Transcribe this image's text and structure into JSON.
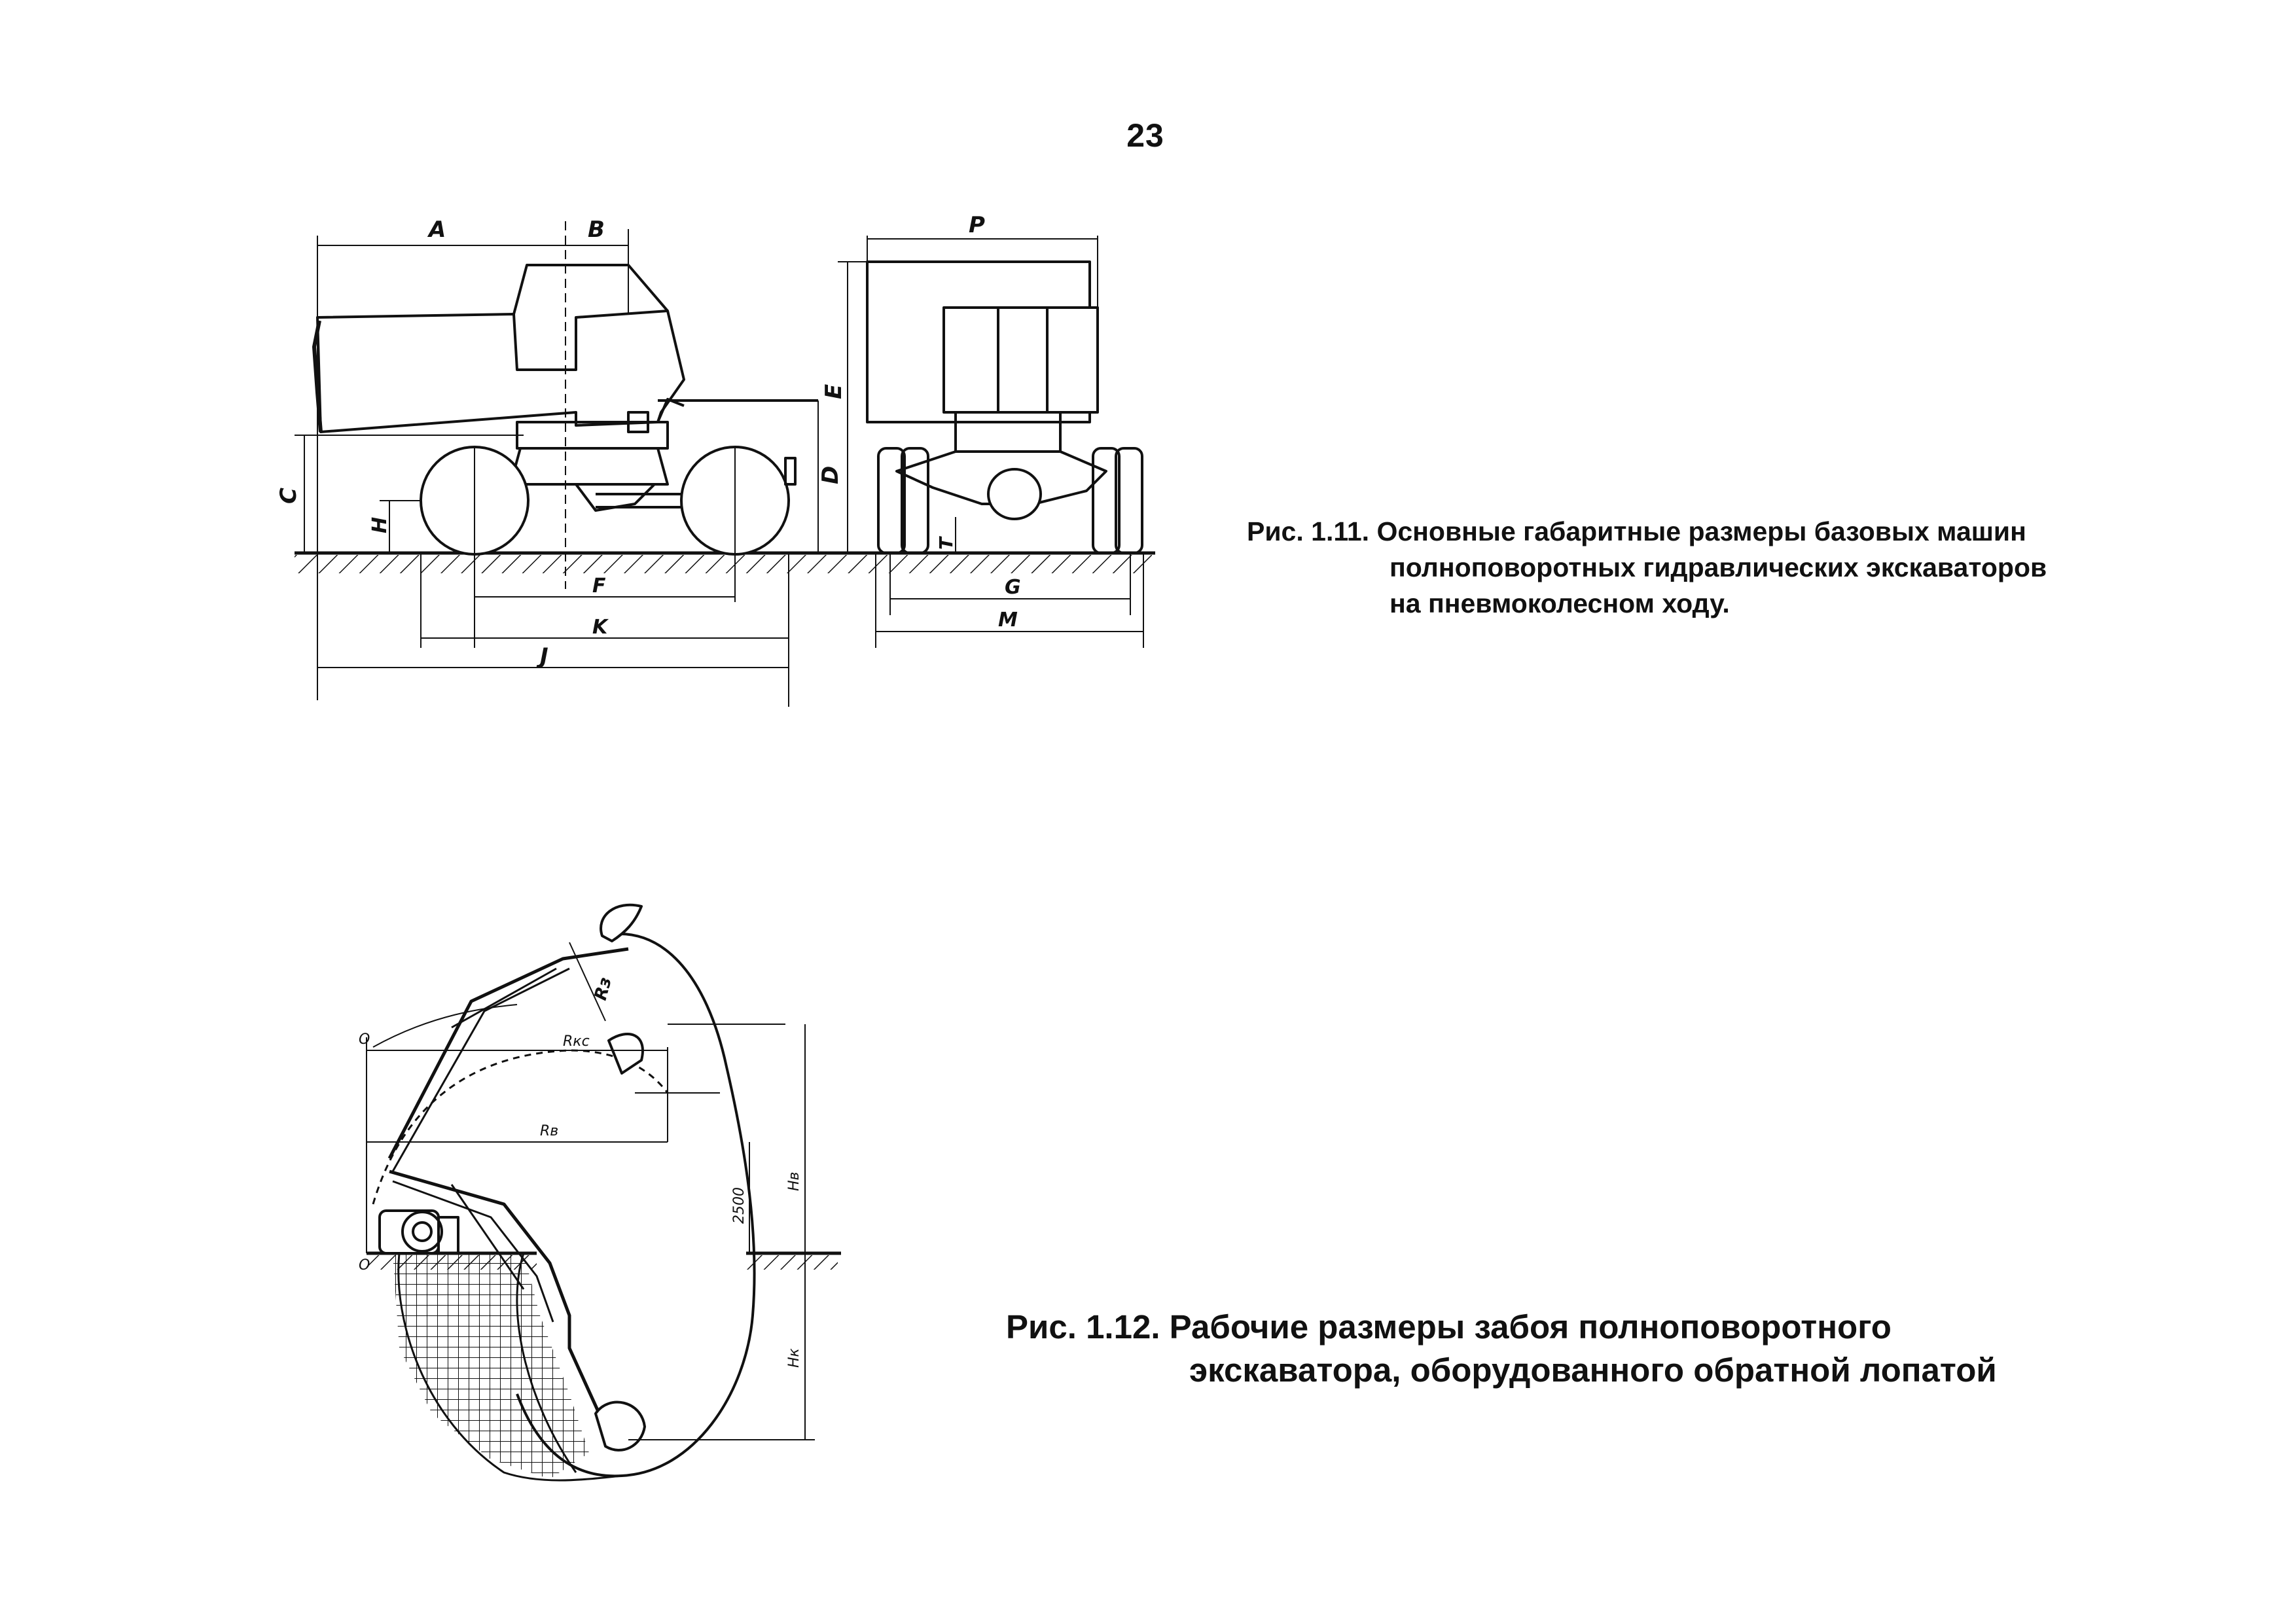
{
  "page": {
    "number": "23"
  },
  "figure1": {
    "caption_line1": "Рис. 1.11. Основные габаритные размеры базовых машин",
    "caption_line2": "полноповоротных гидравлических экскаваторов",
    "caption_line3": "на пневмоколесном ходу.",
    "dim_labels": {
      "A": "A",
      "B": "B",
      "C": "C",
      "D": "D",
      "E": "E",
      "F": "F",
      "G": "G",
      "H": "H",
      "J": "J",
      "K": "K",
      "M": "M",
      "P": "P",
      "T": "T"
    }
  },
  "figure2": {
    "caption_line1": "Рис. 1.12. Рабочие размеры забоя полноповоротного",
    "caption_line2": "экскаватора, оборудованного обратной лопатой",
    "dim_labels": {
      "Rkc": "Rкс",
      "Rv": "Rв",
      "Rz": "Rз",
      "Hv": "Hв",
      "Hk": "Hк",
      "h2500": "2500",
      "O_top": "O",
      "O_bottom": "O"
    }
  }
}
